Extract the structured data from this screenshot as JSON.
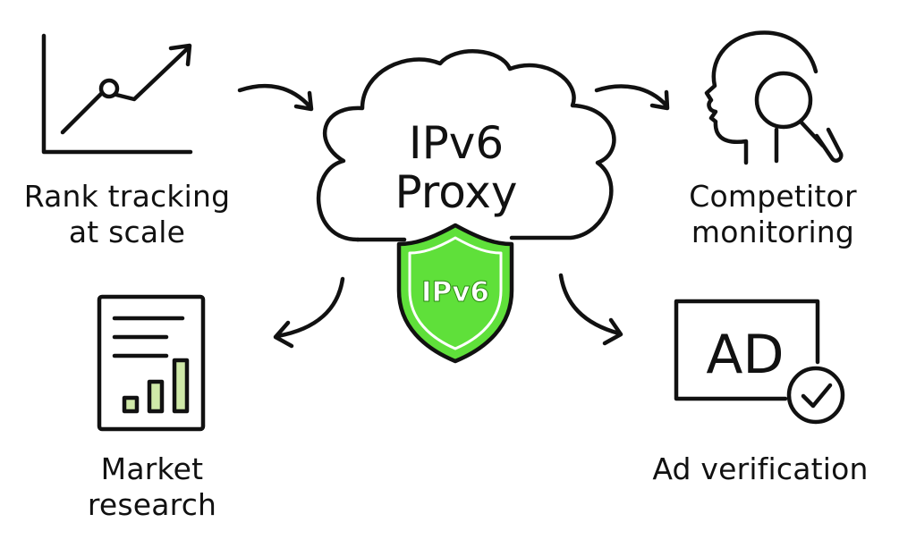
{
  "center": {
    "title_line1": "IPv6",
    "title_line2": "Proxy",
    "badge": "IPv6"
  },
  "nodes": {
    "rank_tracking": {
      "line1": "Rank tracking",
      "line2": "at scale"
    },
    "competitor_monitoring": {
      "line1": "Competitor",
      "line2": "monitoring"
    },
    "market_research": {
      "line1": "Market",
      "line2": "research"
    },
    "ad_verification": {
      "line1": "Ad verification",
      "icon_text": "AD"
    }
  },
  "colors": {
    "stroke": "#111111",
    "shield_green": "#5fe03a",
    "bar_green": "#cfe9a8"
  },
  "icons": [
    "line-chart-icon",
    "head-magnifier-icon",
    "report-document-icon",
    "ad-check-icon",
    "cloud-icon",
    "shield-icon"
  ]
}
